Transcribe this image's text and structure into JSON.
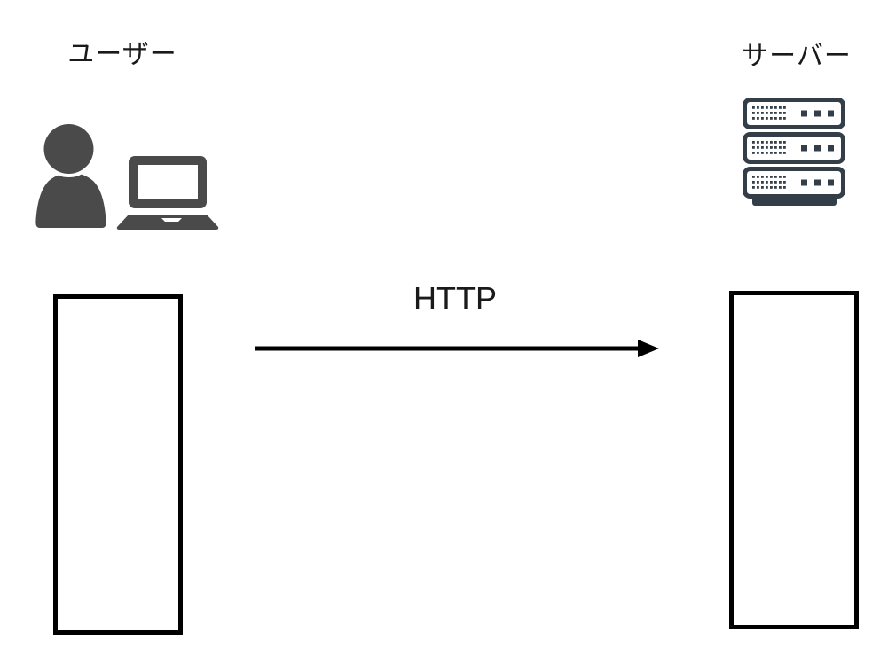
{
  "colors": {
    "background": "#ffffff",
    "user_icon": "#4a4a4a",
    "server_icon": "#333e48",
    "line": "#000000",
    "text": "#1a1a1a"
  },
  "diagram": {
    "kind": "sequence-diagram",
    "actors": [
      {
        "id": "user",
        "label": "ユーザー",
        "icon": "person-with-laptop-icon"
      },
      {
        "id": "server",
        "label": "サーバー",
        "icon": "server-rack-icon"
      }
    ],
    "messages": [
      {
        "from": "user",
        "to": "server",
        "label": "HTTP",
        "direction": "right"
      }
    ]
  }
}
